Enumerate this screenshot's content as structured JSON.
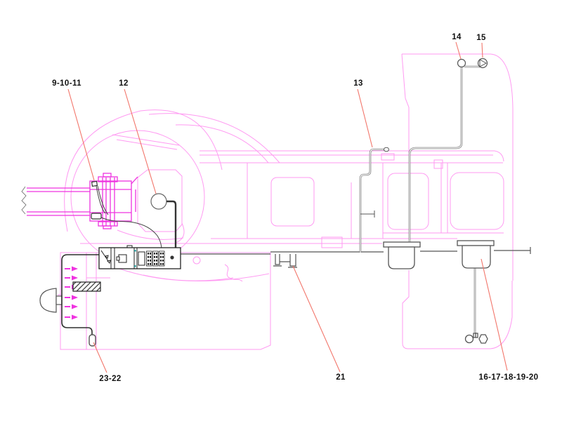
{
  "diagram": {
    "callouts": [
      {
        "id": "c9",
        "label": "9-10-11",
        "target": "front-hitch-connector"
      },
      {
        "id": "c12",
        "label": "12",
        "target": "horn-circle"
      },
      {
        "id": "c13",
        "label": "13",
        "target": "cab-harness"
      },
      {
        "id": "c14",
        "label": "14",
        "target": "rear-lamp-ball"
      },
      {
        "id": "c15",
        "label": "15",
        "target": "rear-lamp-bolt"
      },
      {
        "id": "c21",
        "label": "21",
        "target": "cable-clip"
      },
      {
        "id": "c16",
        "label": "16-17-18-19-20",
        "target": "trailer-socket-assembly"
      },
      {
        "id": "c23",
        "label": "23-22",
        "target": "grommet"
      }
    ],
    "colors": {
      "background": "#ffffff",
      "body_outline": "#ff9af2",
      "highlight_magenta": "#ef33e0",
      "leader_line": "#f2766b",
      "label_text": "#111111",
      "wire_gray": "#6e6e6e",
      "wire_dark": "#333333",
      "loom_black": "#2e2e2e",
      "indicator_teal": "#2f9e9e"
    }
  }
}
